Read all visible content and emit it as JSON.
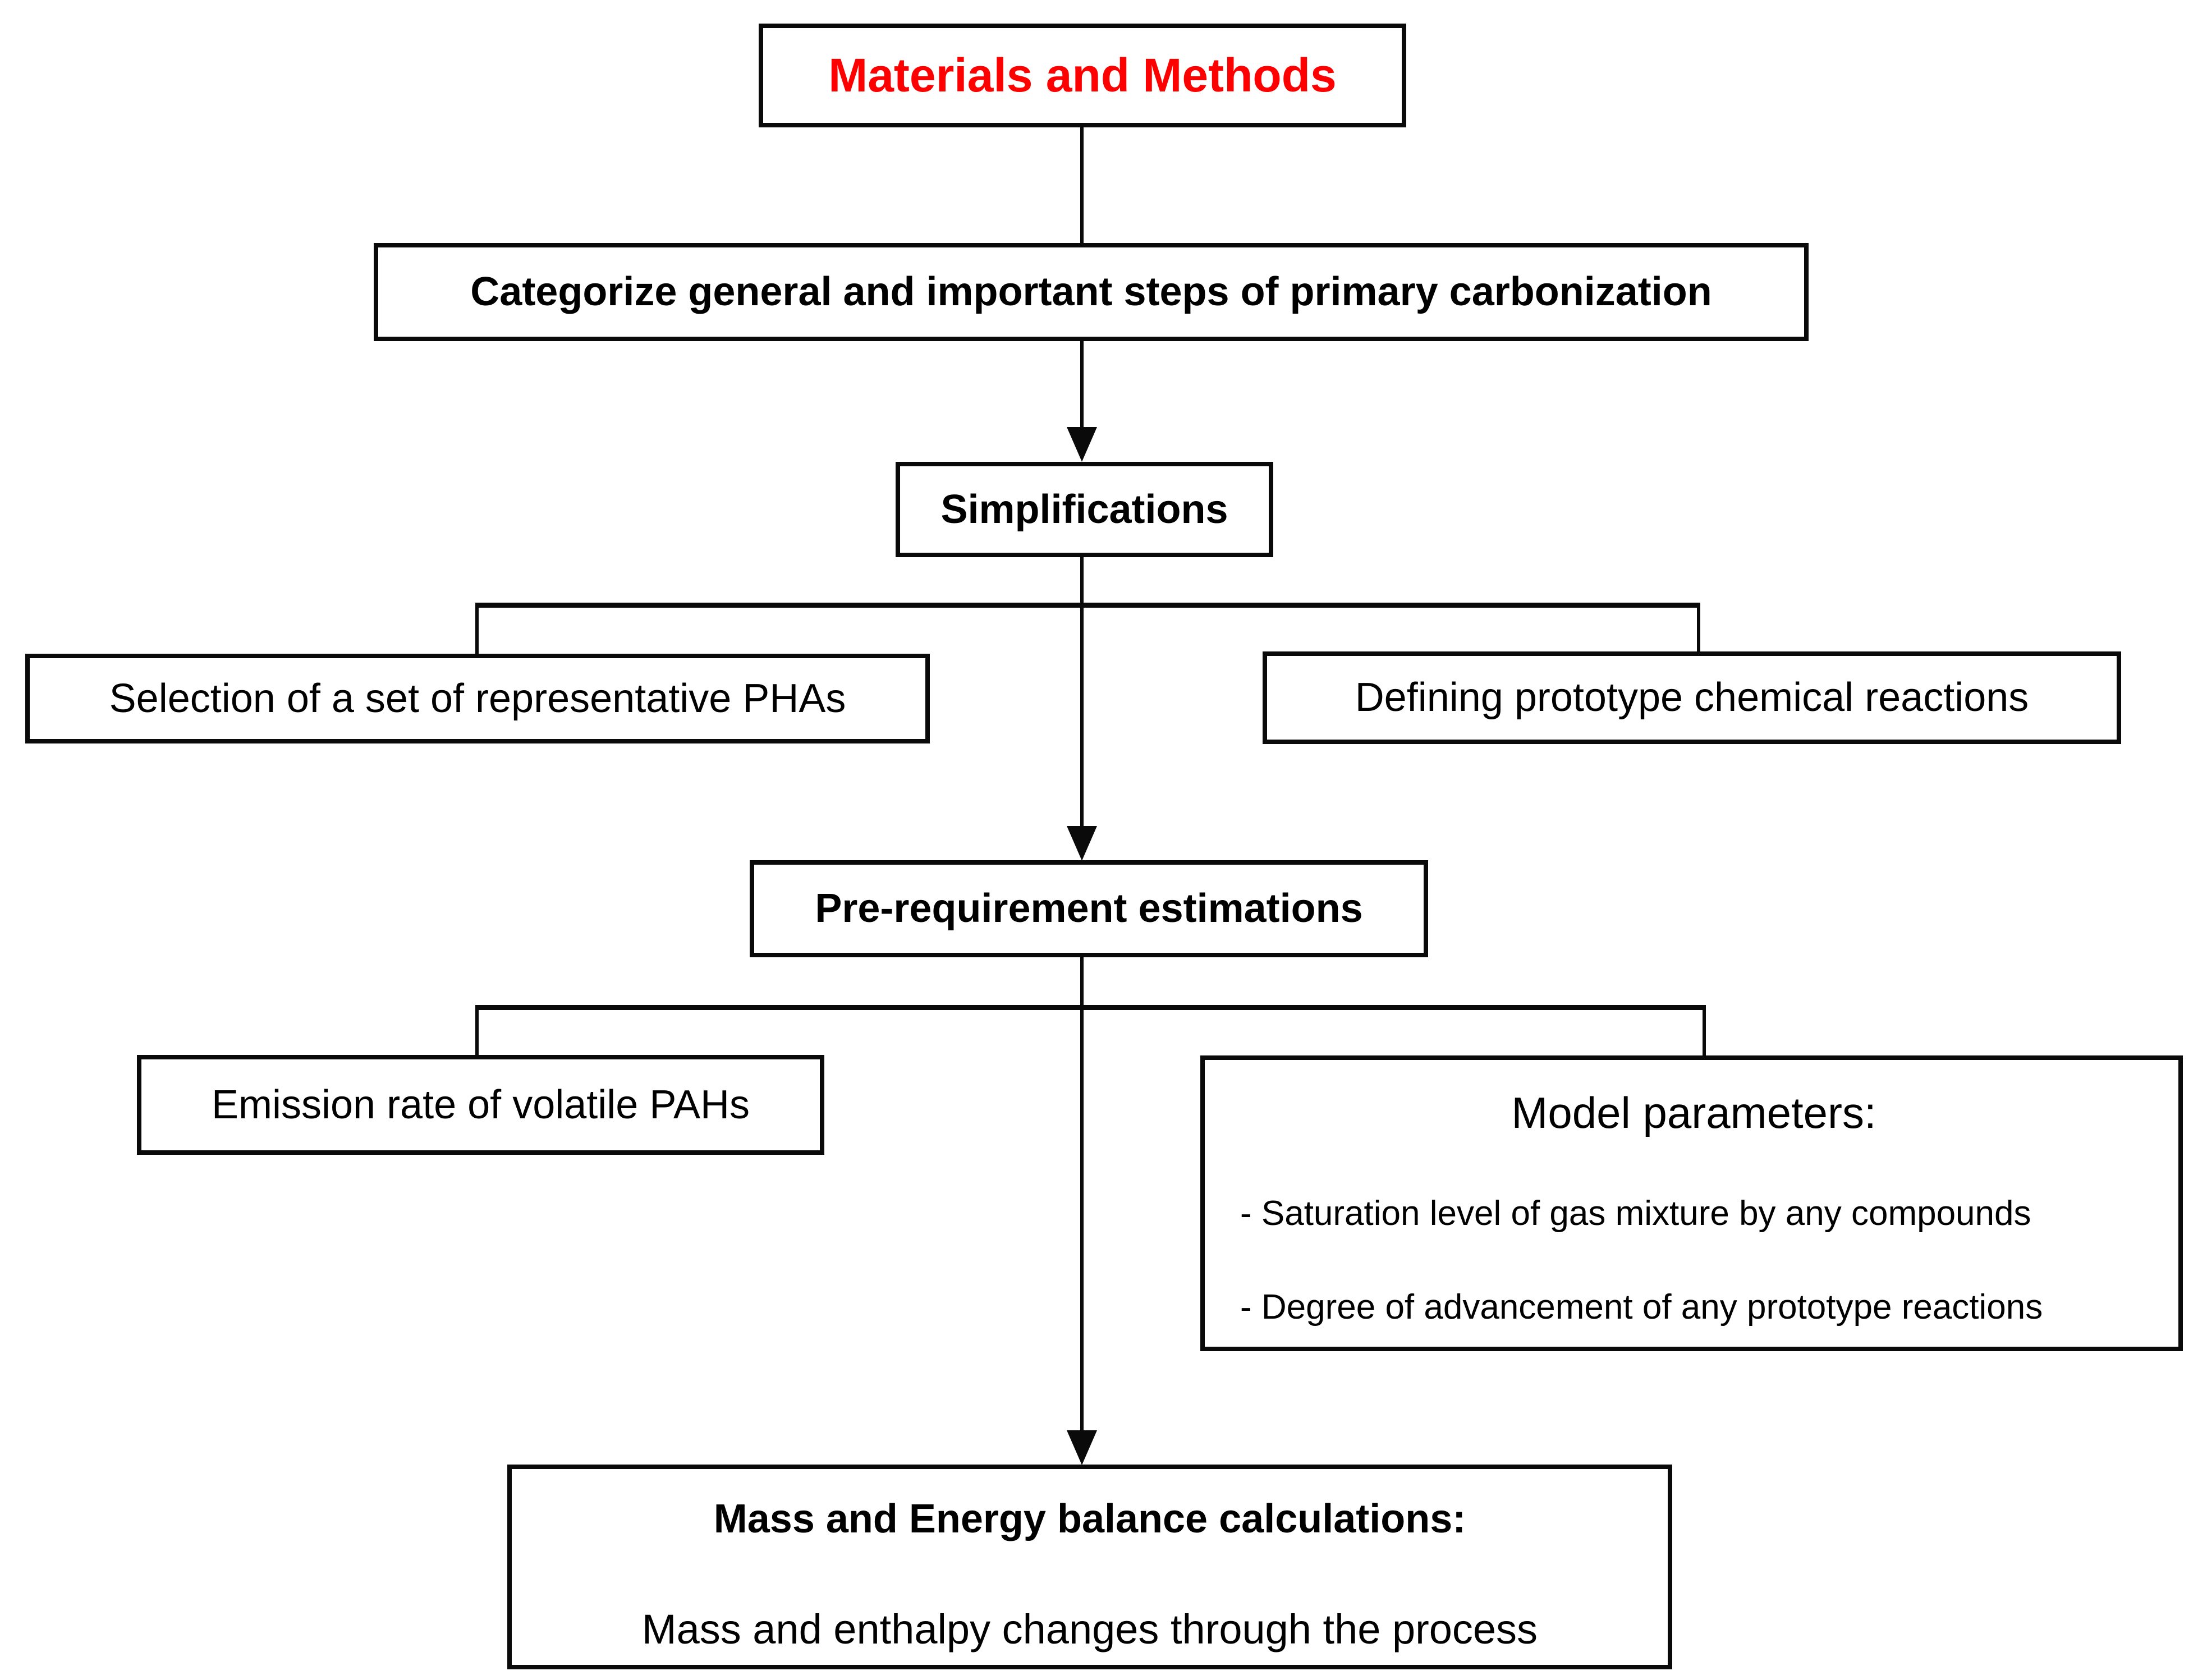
{
  "nodes": {
    "materials_methods": {
      "label": "Materials and Methods"
    },
    "categorize": {
      "label": "Categorize general and important steps of primary carbonization"
    },
    "simplifications": {
      "label": "Simplifications"
    },
    "selection_phas": {
      "label": "Selection of a set of representative PHAs"
    },
    "defining_reactions": {
      "label": "Defining prototype chemical reactions"
    },
    "pre_requirement": {
      "label": "Pre-requirement estimations"
    },
    "emission_rate": {
      "label": "Emission rate of volatile PAHs"
    },
    "model_parameters": {
      "title": "Model parameters:",
      "bullets": [
        "- Saturation level of gas mixture by any compounds",
        "- Degree of advancement of any prototype reactions"
      ]
    },
    "mass_energy": {
      "title": "Mass and Energy balance calculations:",
      "subtitle": "Mass and enthalpy changes through the process"
    }
  },
  "colors": {
    "title_red": "#ff0000",
    "line_black": "#0a0a0a",
    "background": "#ffffff"
  }
}
